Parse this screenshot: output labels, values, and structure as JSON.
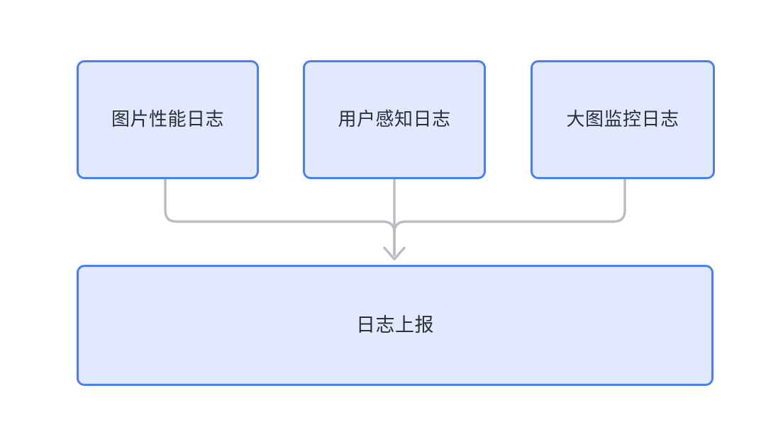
{
  "diagram": {
    "type": "flowchart",
    "title": "",
    "direction": "top-to-bottom",
    "background_color": "#ffffff",
    "node_fill_color": "#e2e8fd",
    "node_border_color": "#4a7ef5",
    "node_text_color": "#2b2f36",
    "connector_color": "#b9bcc2",
    "source_nodes": [
      {
        "id": "src-0",
        "label": "图片性能日志"
      },
      {
        "id": "src-1",
        "label": "用户感知日志"
      },
      {
        "id": "src-2",
        "label": "大图监控日志"
      }
    ],
    "sink_nodes": [
      {
        "id": "sink-0",
        "label": "日志上报"
      }
    ],
    "edges": [
      {
        "from": "图片性能日志",
        "to": "日志上报",
        "arrow": true
      },
      {
        "from": "用户感知日志",
        "to": "日志上报",
        "arrow": true
      },
      {
        "from": "大图监控日志",
        "to": "日志上报",
        "arrow": true
      }
    ]
  }
}
